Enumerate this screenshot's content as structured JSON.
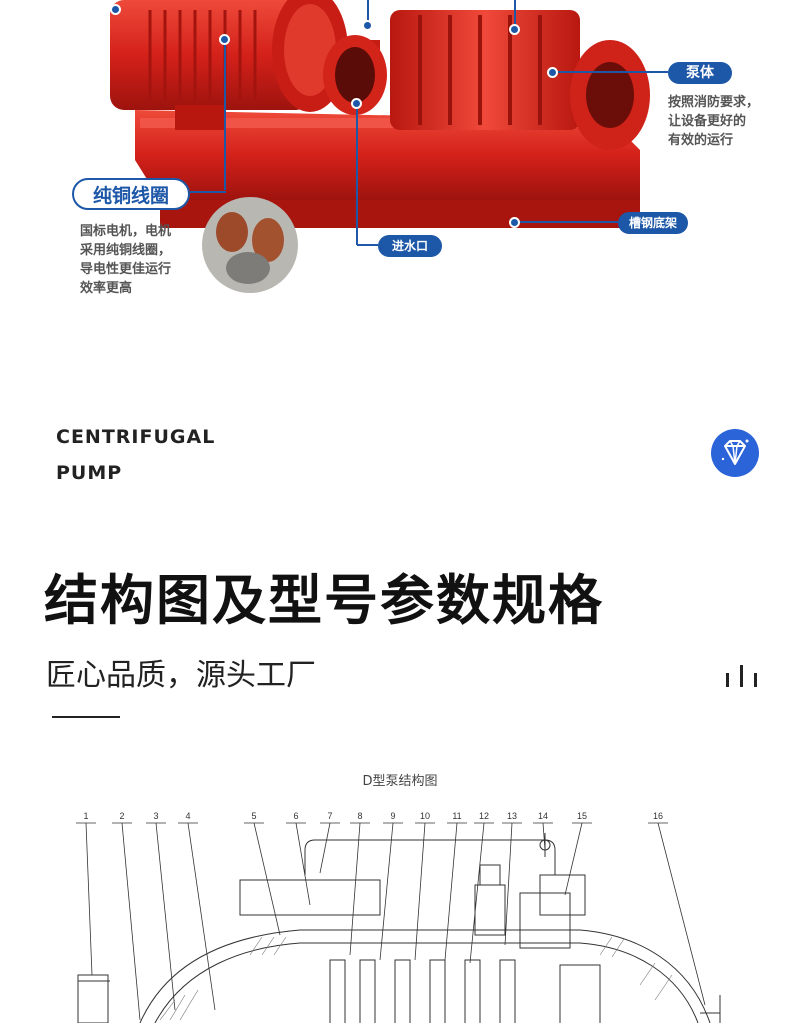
{
  "callouts": {
    "pump_body": {
      "label": "泵体",
      "desc": [
        "按照消防要求，",
        "让设备更好的",
        "有效的运行"
      ]
    },
    "coil": {
      "label": "纯铜线圈",
      "desc": [
        "国标电机，电机",
        "采用纯铜线圈，",
        "导电性更佳运行",
        "效率更高"
      ]
    },
    "base": {
      "label": "槽钢底架"
    },
    "inlet": {
      "label": "进水口"
    }
  },
  "section": {
    "eng_line1": "CENTRIFUGAL",
    "eng_line2": "PUMP",
    "badge_icon": "diamond-icon",
    "title": "结构图及型号参数规格",
    "subtitle": "匠心品质，源头工厂"
  },
  "diagram": {
    "title": "D型泵结构图",
    "labels": [
      "1",
      "2",
      "3",
      "4",
      "5",
      "6",
      "7",
      "8",
      "9",
      "10",
      "11",
      "12",
      "13",
      "14",
      "15",
      "16"
    ]
  },
  "colors": {
    "accent": "#1d57a8",
    "pump_red": "#d8231c",
    "text": "#222222"
  }
}
